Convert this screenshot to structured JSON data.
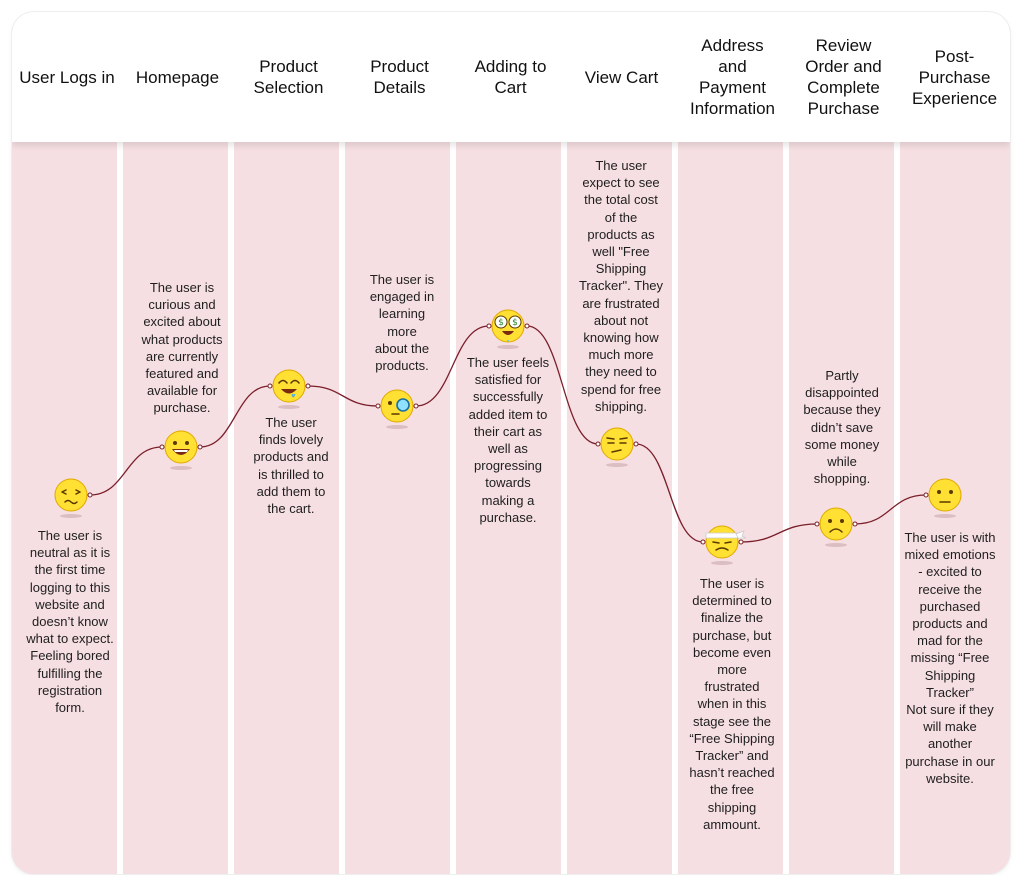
{
  "stages": [
    {
      "title": "User Logs in",
      "emotion": "bored-face",
      "note": "The user is\nneutral as it is\nthe first time\nlogging to this\nwebsite and\ndoesn’t know\nwhat to expect.\nFeeling bored\nfulfilling the\nregistration\nform."
    },
    {
      "title": "Homepage",
      "emotion": "happy-face",
      "note": "The user is\ncurious and\nexcited about\nwhat products\nare currently\nfeatured and\navailable for\npurchase."
    },
    {
      "title": "Product\nSelection",
      "emotion": "drooling-face",
      "note": "The user\nfinds lovely\nproducts and\nis thrilled to\nadd them to\nthe cart."
    },
    {
      "title": "Product\nDetails",
      "emotion": "monocle-face",
      "note": "The user is\nengaged in\nlearning\nmore\nabout the\nproducts."
    },
    {
      "title": "Adding to\nCart",
      "emotion": "money-eyes-face",
      "note": "The user feels\nsatisfied for\nsuccessfully\nadded item to\ntheir cart as\nwell as\nprogressing\ntowards\nmaking a\npurchase."
    },
    {
      "title": "View Cart",
      "emotion": "skeptical-face",
      "note": "The user\nexpect to see\nthe total cost\nof the\nproducts as\nwell \"Free\nShipping\nTracker\". They\nare frustrated\nabout not\nknowing how\nmuch more\nthey need to\nspend for free\nshipping."
    },
    {
      "title": "Address\nand\nPayment\nInformation",
      "emotion": "determined-headband-face",
      "note": "The user is\ndetermined to\nfinalize the\npurchase, but\nbecome even\nmore\nfrustrated\nwhen in this\nstage see the\n“Free Shipping\nTracker” and\nhasn’t reached\nthe free\nshipping\nammount."
    },
    {
      "title": "Review\nOrder and\nComplete\nPurchase",
      "emotion": "sad-face",
      "note": "Partly\ndisappointed\nbecause they\ndidn’t save\nsome money\nwhile\nshopping."
    },
    {
      "title": "Post-\nPurchase\nExperience",
      "emotion": "neutral-face",
      "note": "The user is with\nmixed emotions\n- excited to\nreceive the\npurchased\nproducts and\nmad for the\nmissing “Free\nShipping\nTracker”\nNot sure if they\nwill make\nanother\npurchase in our\nwebsite."
    }
  ],
  "colors": {
    "lane_background": "#f6dfe2",
    "column_divider": "#ffffff",
    "journey_line": "#7a1f2b",
    "emoji_face": "#ffe033",
    "emoji_outline": "#e0a800"
  }
}
